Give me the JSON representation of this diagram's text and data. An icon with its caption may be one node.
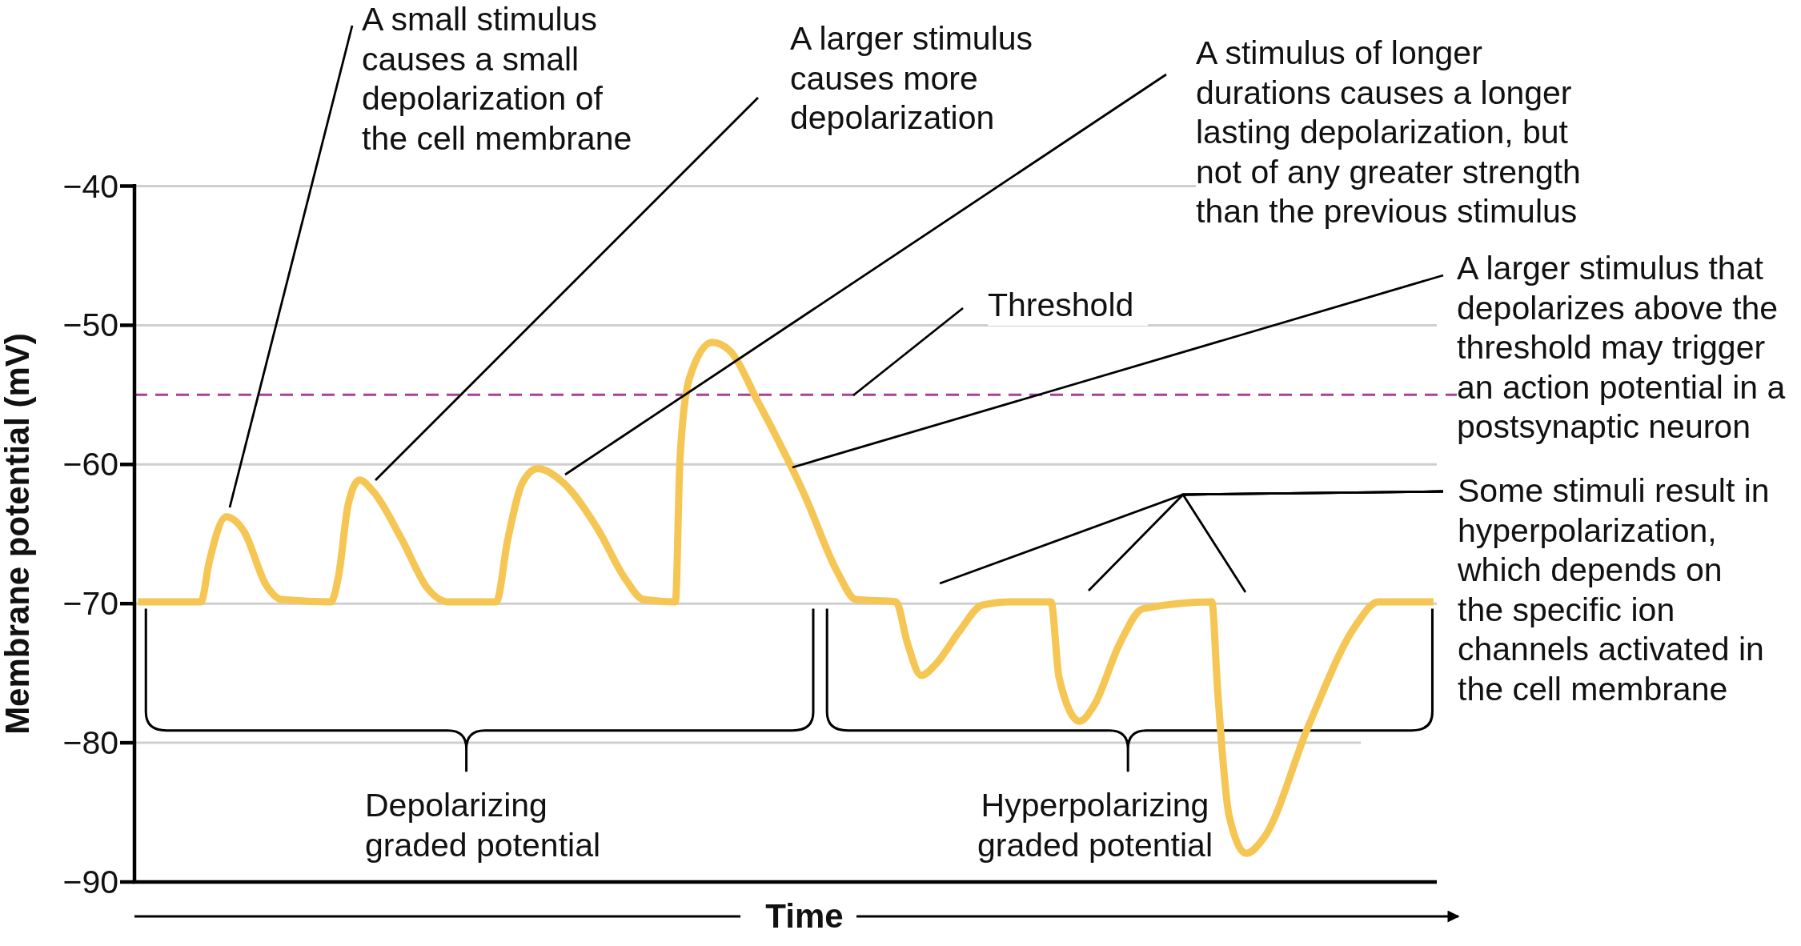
{
  "diagram": {
    "nodes": [
      {
        "text": [
          "A small stimulus causes a small depolarization of the cell membrane"
        ]
      },
      {
        "text": [
          "A larger stimulus causes more depolarization"
        ]
      },
      {
        "text": [
          "A stimulus of longer durations causes a longer lasting depolarization, but not of any greater strength than the previous stimulus"
        ]
      },
      {
        "text": [
          "Threshold"
        ]
      },
      {
        "text": [
          "A larger stimulus that depolarizes above the threshold may trigger an action potential in a postsynaptic neuron"
        ]
      },
      {
        "text": [
          "Some stimuli result in hyperpolarization, which depends on the specific ion channels activated in the cell membrane"
        ]
      }
    ],
    "edges": [
      {
        "from": 0,
        "to": null,
        "arrow": "none"
      },
      {
        "from": 1,
        "to": null,
        "arrow": "none"
      },
      {
        "from": 2,
        "to": null,
        "arrow": "none"
      },
      {
        "from": 3,
        "to": null,
        "arrow": "none"
      },
      {
        "from": 4,
        "to": null,
        "arrow": "none"
      },
      {
        "from": 5,
        "to": null,
        "arrow": "none"
      },
      {
        "from": 5,
        "to": null,
        "arrow": "none"
      },
      {
        "from": 5,
        "to": null,
        "arrow": "none"
      }
    ],
    "labels": [
      "−40",
      "−50",
      "−60",
      "−70",
      "−80",
      "−90",
      "Membrane potential (mV)",
      "Depolarizing graded potential",
      "Hyperpolarizing graded potential",
      "Time"
    ]
  }
}
